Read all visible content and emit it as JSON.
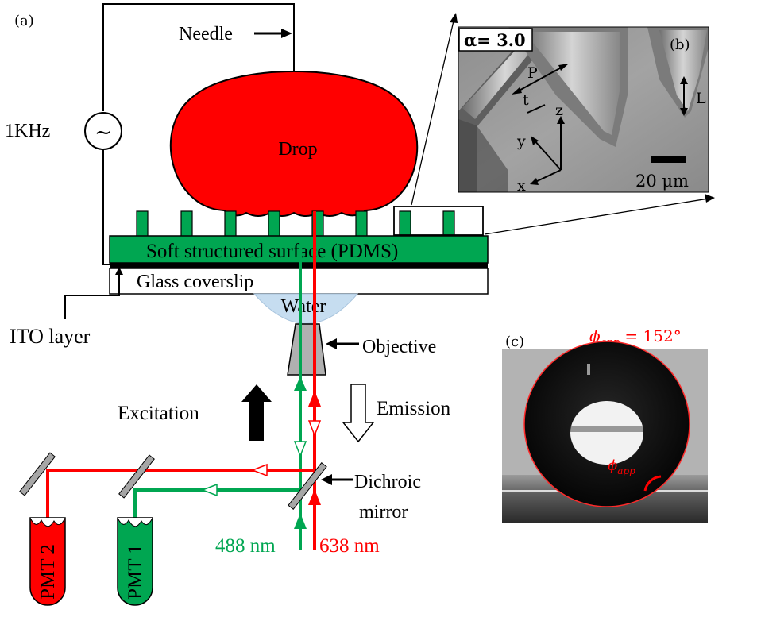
{
  "panels": {
    "a": "(a)",
    "b": "(b)",
    "c": "(c)"
  },
  "labels": {
    "needle": "Needle",
    "source_freq": "1KHz",
    "source_symbol": "~",
    "drop": "Drop",
    "surface": "Soft structured surface (PDMS)",
    "coverslip": "Glass coverslip",
    "ito": "ITO layer",
    "water": "Water",
    "objective": "Objective",
    "excitation": "Excitation",
    "emission": "Emission",
    "dichroic_1": "Dichroic",
    "dichroic_2": "mirror",
    "pmt2": "PMT 2",
    "pmt1": "PMT 1",
    "green_wavelength": "488 nm",
    "red_wavelength": "638 nm"
  },
  "sem_inset": {
    "alpha_label": "α= 3.0",
    "P": "P",
    "t": "t",
    "L": "L",
    "z": "z",
    "y": "y",
    "x": "x",
    "scale_bar": "20 μm"
  },
  "contact_angle": {
    "title_symbol": "ϕ",
    "title_subscript": "app",
    "title_value": " = 152°",
    "angle_symbol": "ϕ",
    "angle_subscript": "app"
  },
  "colors": {
    "drop_red": "#ff0000",
    "pdms_green": "#00a651",
    "laser_green": "#00a651",
    "laser_red": "#ff0000",
    "water_blue": "#c6ddf0",
    "mirror_gray": "#a6a6a6"
  }
}
